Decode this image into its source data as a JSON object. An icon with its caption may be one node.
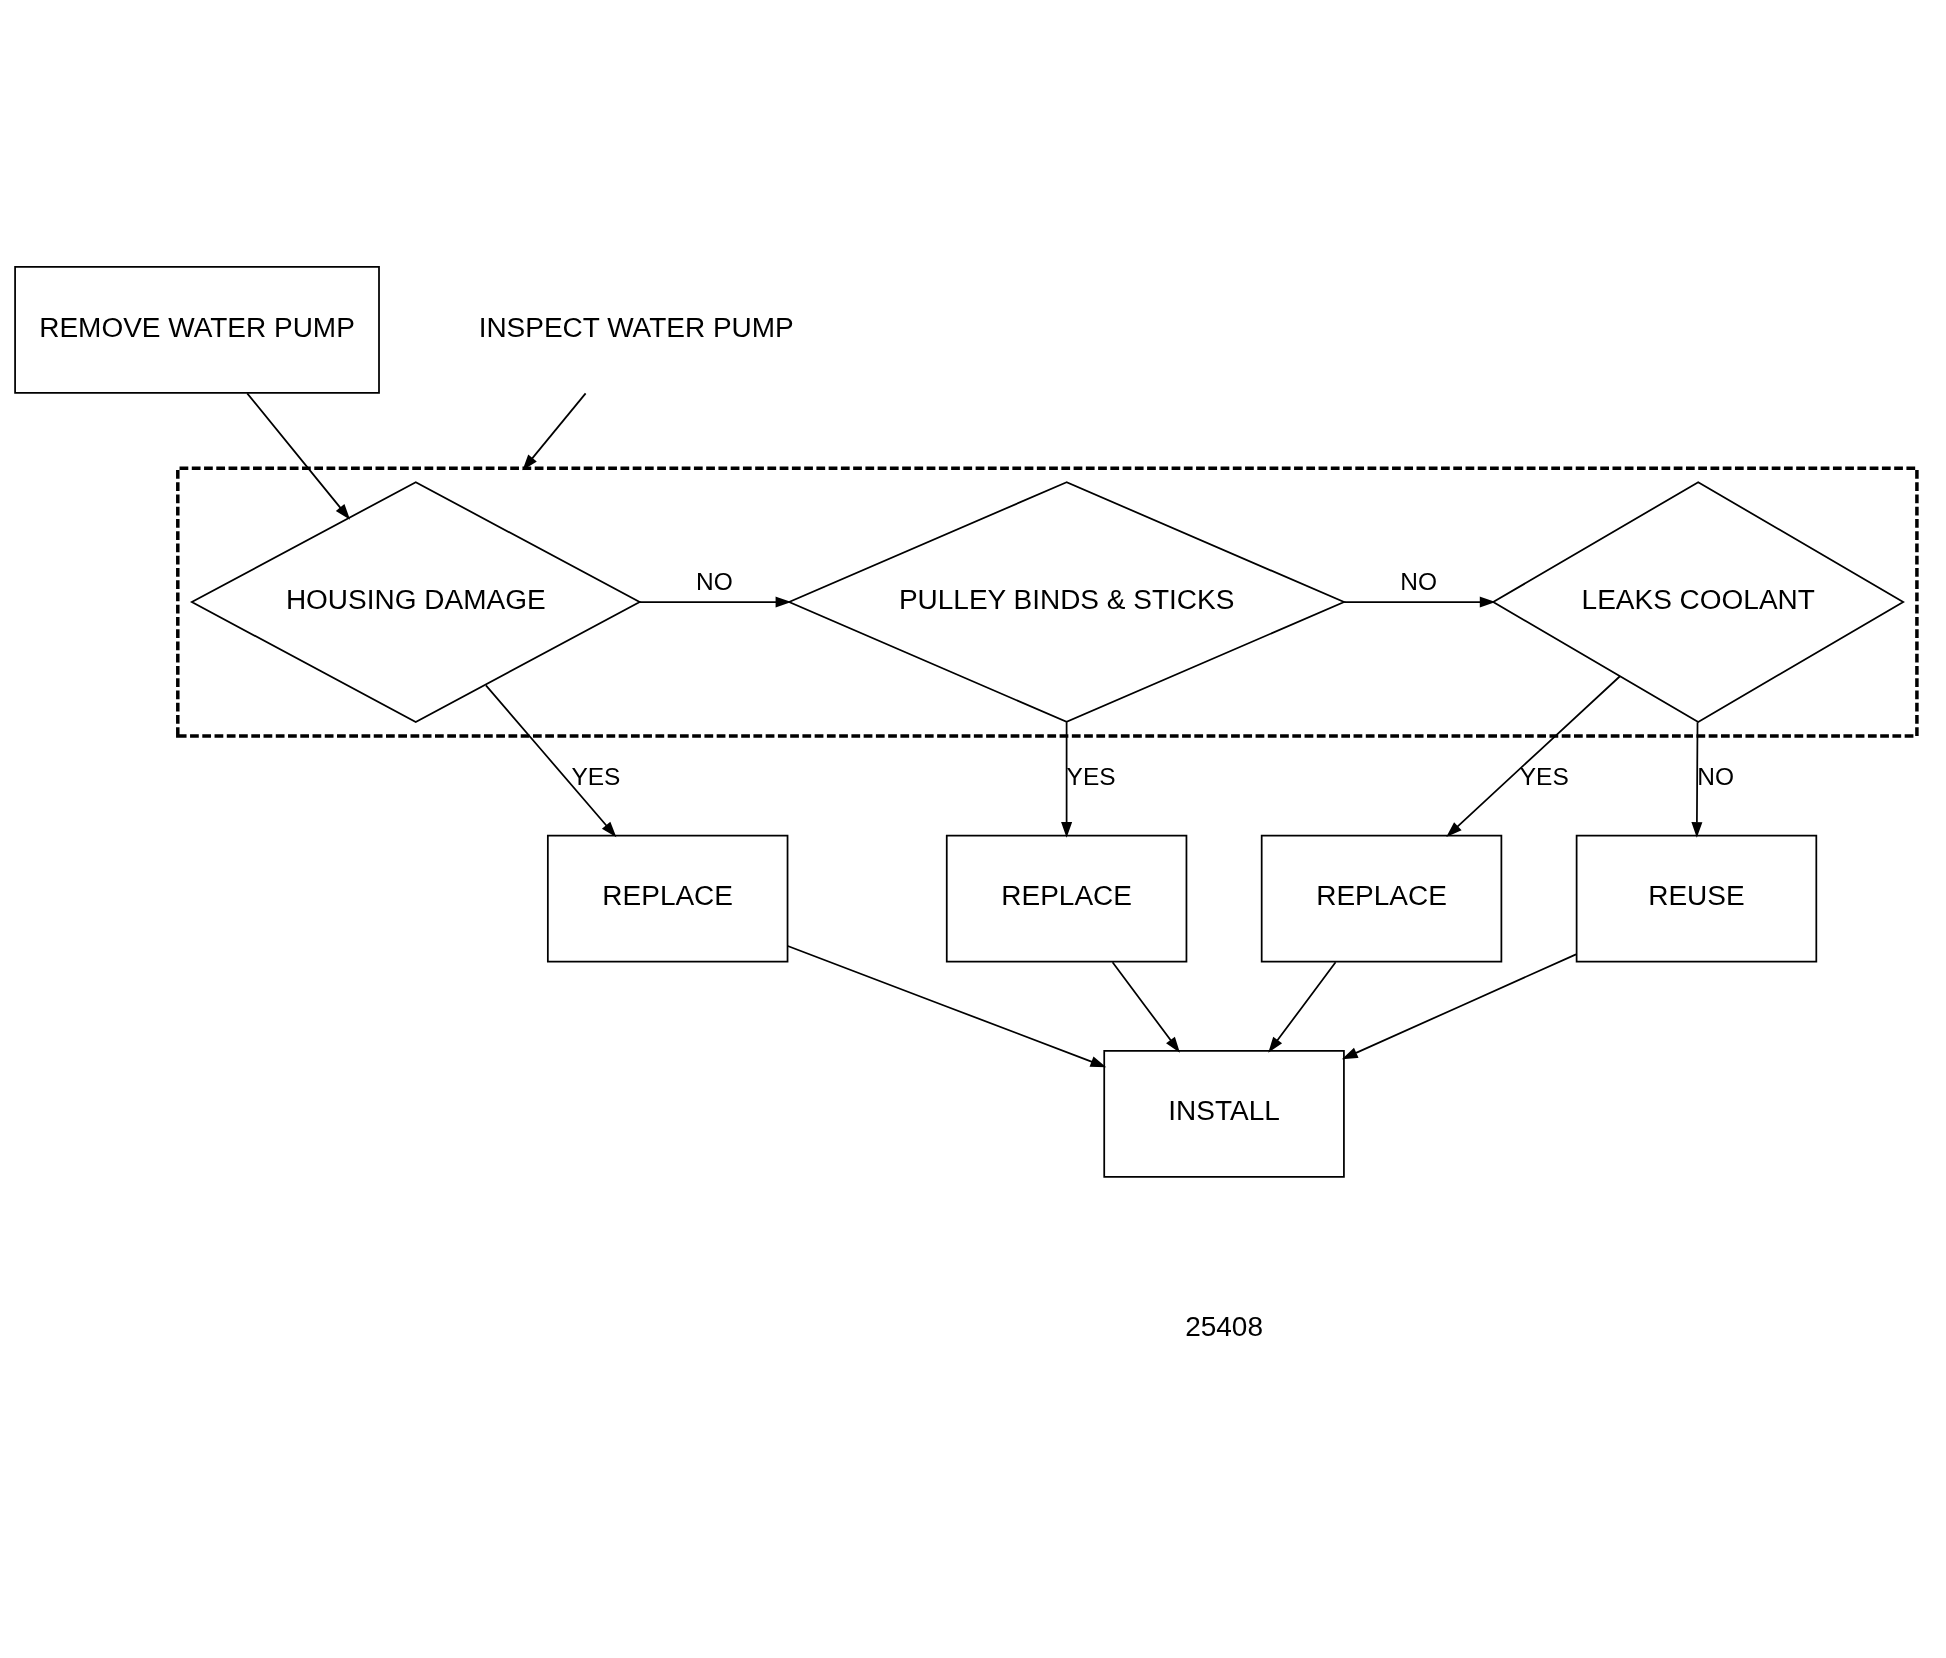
{
  "diagram": {
    "nodes": [
      {
        "text": [
          "REMOVE WATER PUMP"
        ]
      },
      {
        "text": [
          "INSPECT WATER PUMP"
        ]
      },
      {
        "text": [],
        "shape": "box"
      },
      {
        "text": [
          "HOUSING DAMAGE"
        ],
        "in": 2
      },
      {
        "text": [
          "PULLEY BINDS & STICKS"
        ],
        "in": 2
      },
      {
        "text": [
          "LEAKS COOLANT"
        ],
        "in": 2
      },
      {
        "text": [
          "REPLACE"
        ]
      },
      {
        "text": [
          "REPLACE"
        ]
      },
      {
        "text": [
          "REPLACE"
        ]
      },
      {
        "text": [
          "REUSE"
        ]
      },
      {
        "text": [
          "INSTALL"
        ]
      }
    ],
    "edges": [
      {
        "from": 0,
        "to": 3,
        "arrow": "to"
      },
      {
        "from": 1,
        "to": 2,
        "arrow": "to"
      },
      {
        "from": 3,
        "to": 4,
        "arrow": "to",
        "label": "NO"
      },
      {
        "from": 4,
        "to": 5,
        "arrow": "to",
        "label": "NO"
      },
      {
        "from": 5,
        "to": 9,
        "arrow": "to",
        "label": "NO"
      },
      {
        "from": 3,
        "to": 6,
        "arrow": "to",
        "label": "YES"
      },
      {
        "from": 4,
        "to": 7,
        "arrow": "to",
        "label": "YES"
      },
      {
        "from": 5,
        "to": 8,
        "arrow": "to",
        "label": "YES"
      },
      {
        "from": 6,
        "to": 10,
        "arrow": "to"
      },
      {
        "from": 7,
        "to": 10,
        "arrow": "to"
      },
      {
        "from": 8,
        "to": 10,
        "arrow": "to"
      },
      {
        "from": 9,
        "to": 10,
        "arrow": "to"
      }
    ],
    "labels": [
      "25408"
    ]
  }
}
